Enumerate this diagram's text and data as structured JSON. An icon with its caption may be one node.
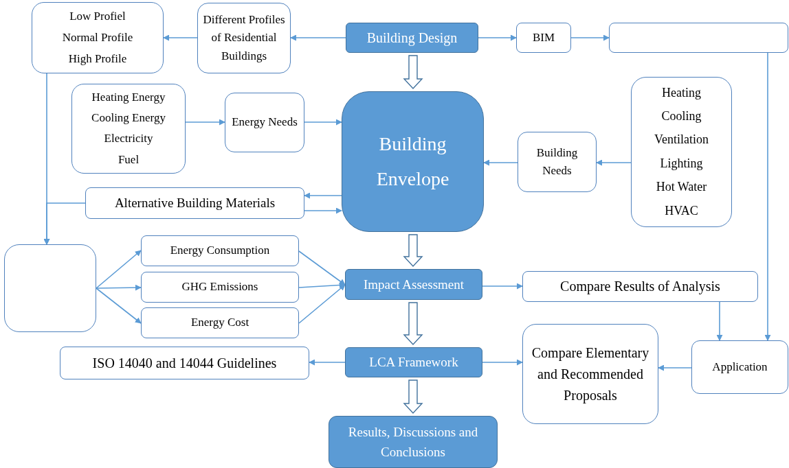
{
  "diagram": {
    "nodes": [
      {
        "text": [
          "Low Profiel",
          "Normal Profile",
          "High Profile"
        ]
      },
      {
        "text": [
          "Different Profiles of Residential Buildings"
        ]
      },
      {
        "text": [
          "Building Design"
        ]
      },
      {
        "text": [
          "BIM"
        ]
      },
      {
        "text": [],
        "shape": "box"
      },
      {
        "text": [
          "Heating Energy",
          "Cooling Energy",
          "Electricity",
          "Fuel"
        ]
      },
      {
        "text": [
          "Energy Needs"
        ]
      },
      {
        "text": [
          "Building Envelope"
        ]
      },
      {
        "text": [
          "Building Needs"
        ]
      },
      {
        "text": [
          "Heating",
          "Cooling",
          "Ventilation",
          "Lighting",
          "Hot Water",
          "HVAC"
        ]
      },
      {
        "text": [
          "Alternative Building Materials"
        ]
      },
      {
        "text": [],
        "shape": "box"
      },
      {
        "text": [
          "Energy Consumption"
        ]
      },
      {
        "text": [
          "GHG Emissions"
        ]
      },
      {
        "text": [
          "Energy Cost"
        ]
      },
      {
        "text": [
          "Impact Assessment"
        ]
      },
      {
        "text": [
          "Compare Results of Analysis"
        ]
      },
      {
        "text": [
          "ISO 14040 and 14044 Guidelines"
        ]
      },
      {
        "text": [
          "LCA Framework"
        ]
      },
      {
        "text": [
          "Compare Elementary and Recommended Proposals"
        ]
      },
      {
        "text": [
          "Application"
        ]
      },
      {
        "text": [
          "Results, Discussions and Conclusions"
        ]
      }
    ],
    "edges": [
      {
        "from": 2,
        "to": 1,
        "arrow": "to"
      },
      {
        "from": 1,
        "to": 0,
        "arrow": "to"
      },
      {
        "from": 2,
        "to": 3,
        "arrow": "to"
      },
      {
        "from": 3,
        "to": 4,
        "arrow": "to"
      },
      {
        "from": 2,
        "to": 7,
        "arrow": "to",
        "style": "thick"
      },
      {
        "from": 5,
        "to": 6,
        "arrow": "to"
      },
      {
        "from": 6,
        "to": 7,
        "arrow": "to"
      },
      {
        "from": 9,
        "to": 8,
        "arrow": "to"
      },
      {
        "from": 8,
        "to": 7,
        "arrow": "to"
      },
      {
        "from": 7,
        "to": 10,
        "arrow": "to"
      },
      {
        "from": 10,
        "to": 7,
        "arrow": "to"
      },
      {
        "from": 0,
        "to": 11,
        "arrow": "to"
      },
      {
        "from": 10,
        "to": 11,
        "arrow": "to"
      },
      {
        "from": 11,
        "to": 12,
        "arrow": "to"
      },
      {
        "from": 11,
        "to": 13,
        "arrow": "to"
      },
      {
        "from": 11,
        "to": 14,
        "arrow": "to"
      },
      {
        "from": 12,
        "to": 15,
        "arrow": "to"
      },
      {
        "from": 13,
        "to": 15,
        "arrow": "to"
      },
      {
        "from": 14,
        "to": 15,
        "arrow": "to"
      },
      {
        "from": 7,
        "to": 15,
        "arrow": "to",
        "style": "thick"
      },
      {
        "from": 15,
        "to": 16,
        "arrow": "to"
      },
      {
        "from": 16,
        "to": 20,
        "arrow": "to"
      },
      {
        "from": 4,
        "to": 20,
        "arrow": "to"
      },
      {
        "from": 15,
        "to": 18,
        "arrow": "to",
        "style": "thick"
      },
      {
        "from": 18,
        "to": 17,
        "arrow": "to"
      },
      {
        "from": 18,
        "to": 19,
        "arrow": "to"
      },
      {
        "from": 20,
        "to": 19,
        "arrow": "to"
      },
      {
        "from": 18,
        "to": 21,
        "arrow": "to",
        "style": "thick"
      }
    ]
  }
}
